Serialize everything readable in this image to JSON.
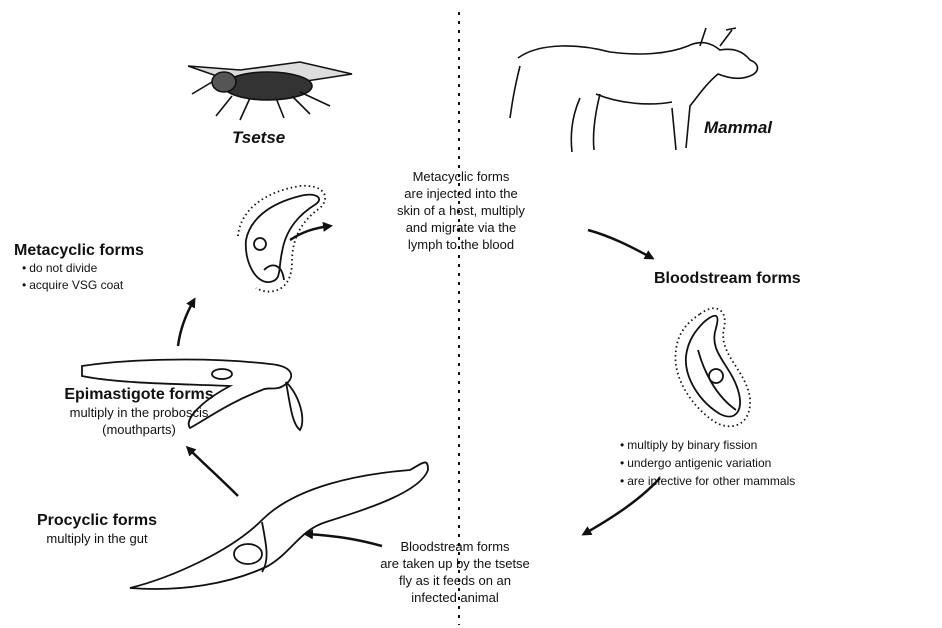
{
  "labels": {
    "tsetse": "Tsetse",
    "mammal": "Mammal"
  },
  "metacyclic": {
    "title": "Metacyclic forms",
    "bullets": [
      "do not divide",
      "acquire VSG coat"
    ]
  },
  "injection": {
    "lines": [
      "Metacyclic forms",
      "are injected into the",
      "skin of a host, multiply",
      "and migrate via the",
      "lymph to the blood"
    ]
  },
  "bloodstream": {
    "title": "Bloodstream forms",
    "bullets": [
      "multiply by binary fission",
      "undergo antigenic variation",
      "are infective for other mammals"
    ]
  },
  "uptake": {
    "lines": [
      "Bloodstream forms",
      "are taken up by the tsetse",
      "fly as it feeds on an",
      "infected animal"
    ]
  },
  "epimastigote": {
    "title": "Epimastigote forms",
    "lines": [
      "multiply in the proboscis",
      "(mouthparts)"
    ]
  },
  "procyclic": {
    "title": "Procyclic forms",
    "line": "multiply in the gut"
  }
}
